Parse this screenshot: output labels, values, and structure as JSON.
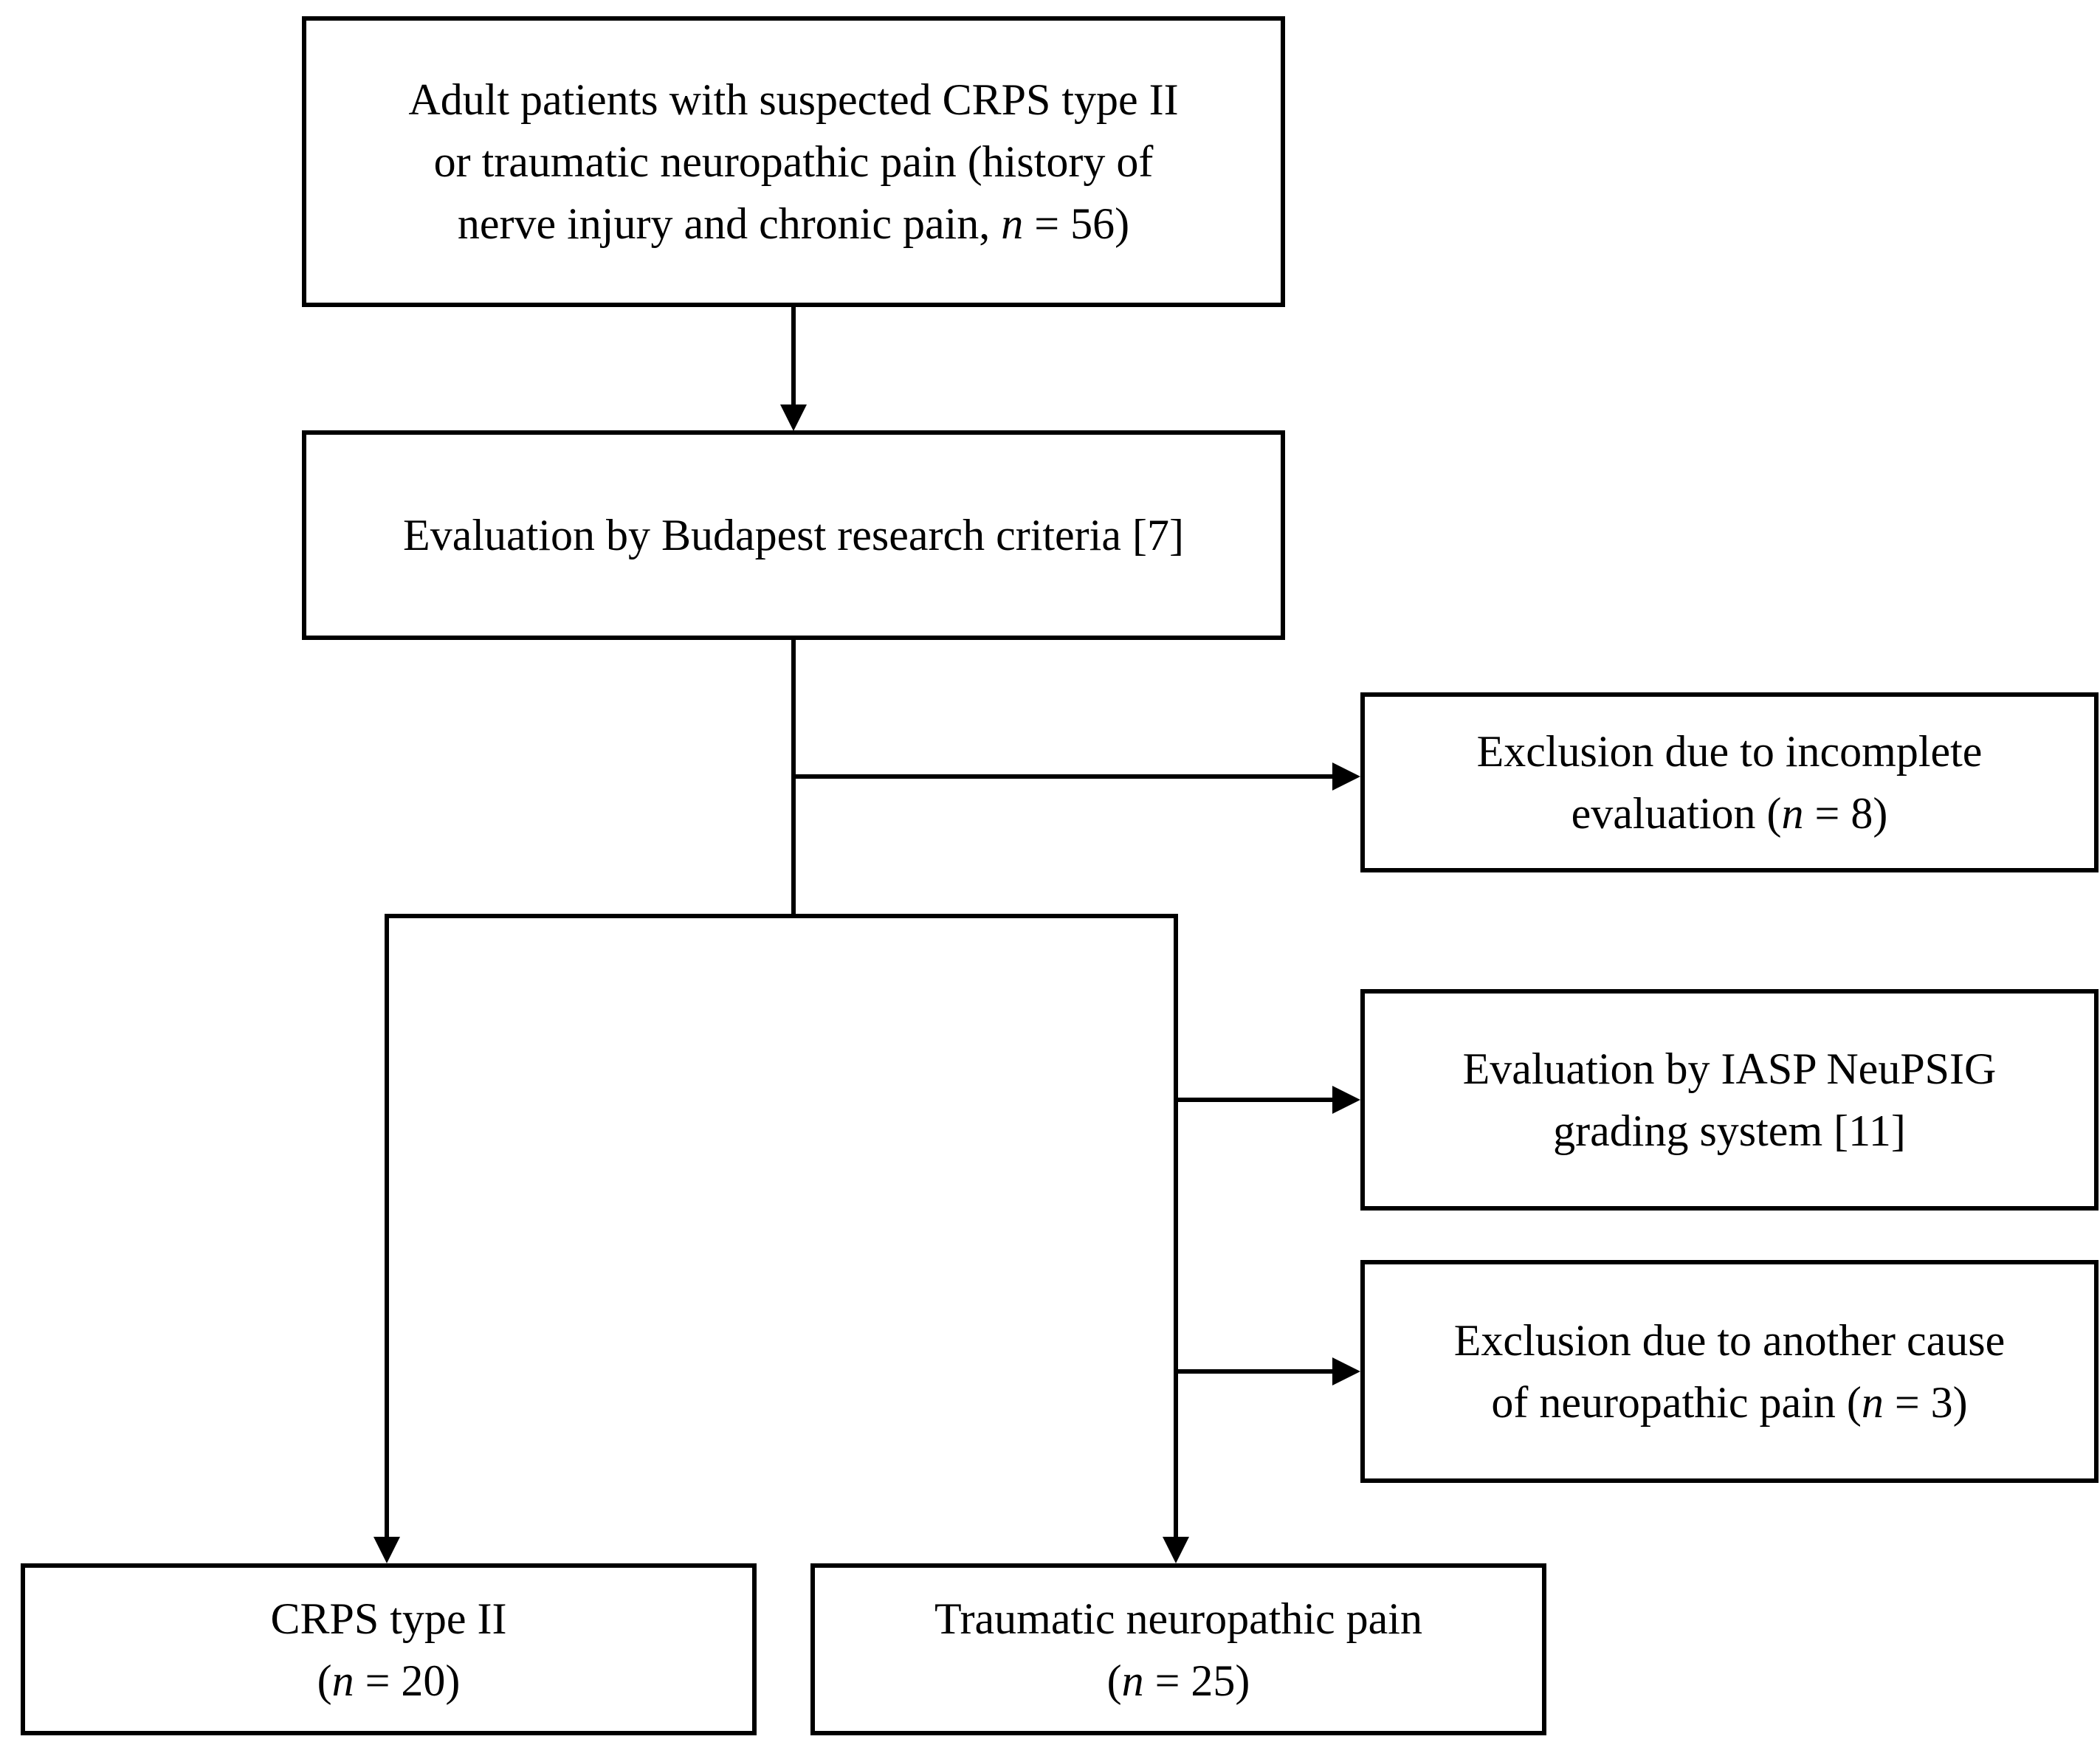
{
  "figure": {
    "background_color": "#ffffff",
    "line_color": "#000000",
    "type": "flowchart"
  },
  "boxes": {
    "top": {
      "lines": [
        {
          "text": "Adult patients with suspected CRPS type II"
        },
        {
          "text": "or traumatic neuropathic pain (history of"
        },
        {
          "pre": "nerve injury and chronic pain, ",
          "var": "n",
          "post": " = 56)"
        }
      ]
    },
    "budapest": {
      "lines": [
        {
          "text": "Evaluation by Budapest research criteria [7]"
        }
      ]
    },
    "exclusion_incomplete": {
      "lines": [
        {
          "text": "Exclusion due to incomplete"
        },
        {
          "pre": "evaluation (",
          "var": "n",
          "post": " = 8)"
        }
      ]
    },
    "iasp": {
      "lines": [
        {
          "text": "Evaluation by IASP NeuPSIG"
        },
        {
          "text": "grading system [11]"
        }
      ]
    },
    "exclusion_other_cause": {
      "lines": [
        {
          "text": "Exclusion due to another cause"
        },
        {
          "pre": "of neuropathic pain (",
          "var": "n",
          "post": " = 3)"
        }
      ]
    },
    "crps_type2": {
      "lines": [
        {
          "text": "CRPS type II"
        },
        {
          "pre": "(",
          "var": "n",
          "post": " = 20)"
        }
      ]
    },
    "traumatic_neuropathic": {
      "lines": [
        {
          "text": "Traumatic neuropathic pain"
        },
        {
          "pre": "(",
          "var": "n",
          "post": " = 25)"
        }
      ]
    }
  }
}
